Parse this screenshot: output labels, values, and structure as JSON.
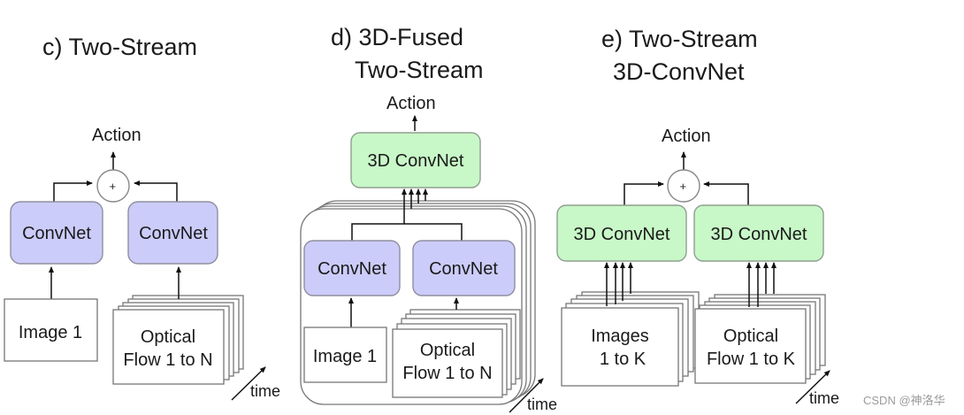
{
  "panels": {
    "c": {
      "title": "c) Two-Stream",
      "action": "Action",
      "plus": "+",
      "convnet_left": "ConvNet",
      "convnet_right": "ConvNet",
      "input_left": "Image 1",
      "input_right_line1": "Optical",
      "input_right_line2": "Flow 1 to N",
      "time": "time"
    },
    "d": {
      "title_line1": "d) 3D-Fused",
      "title_line2": "Two-Stream",
      "action": "Action",
      "fused_net": "3D ConvNet",
      "convnet_left": "ConvNet",
      "convnet_right": "ConvNet",
      "input_left": "Image 1",
      "input_right_line1": "Optical",
      "input_right_line2": "Flow 1 to N",
      "time": "time"
    },
    "e": {
      "title_line1": "e) Two-Stream",
      "title_line2": "3D-ConvNet",
      "action": "Action",
      "plus": "+",
      "convnet_left": "3D ConvNet",
      "convnet_right": "3D ConvNet",
      "input_left_line1": "Images",
      "input_left_line2": "1 to K",
      "input_right_line1": "Optical",
      "input_right_line2": "Flow 1 to K",
      "time": "time"
    }
  },
  "watermark": "CSDN @神洛华",
  "colors": {
    "convnet_2d": "#ccccfa",
    "convnet_3d": "#c8f7c8"
  }
}
